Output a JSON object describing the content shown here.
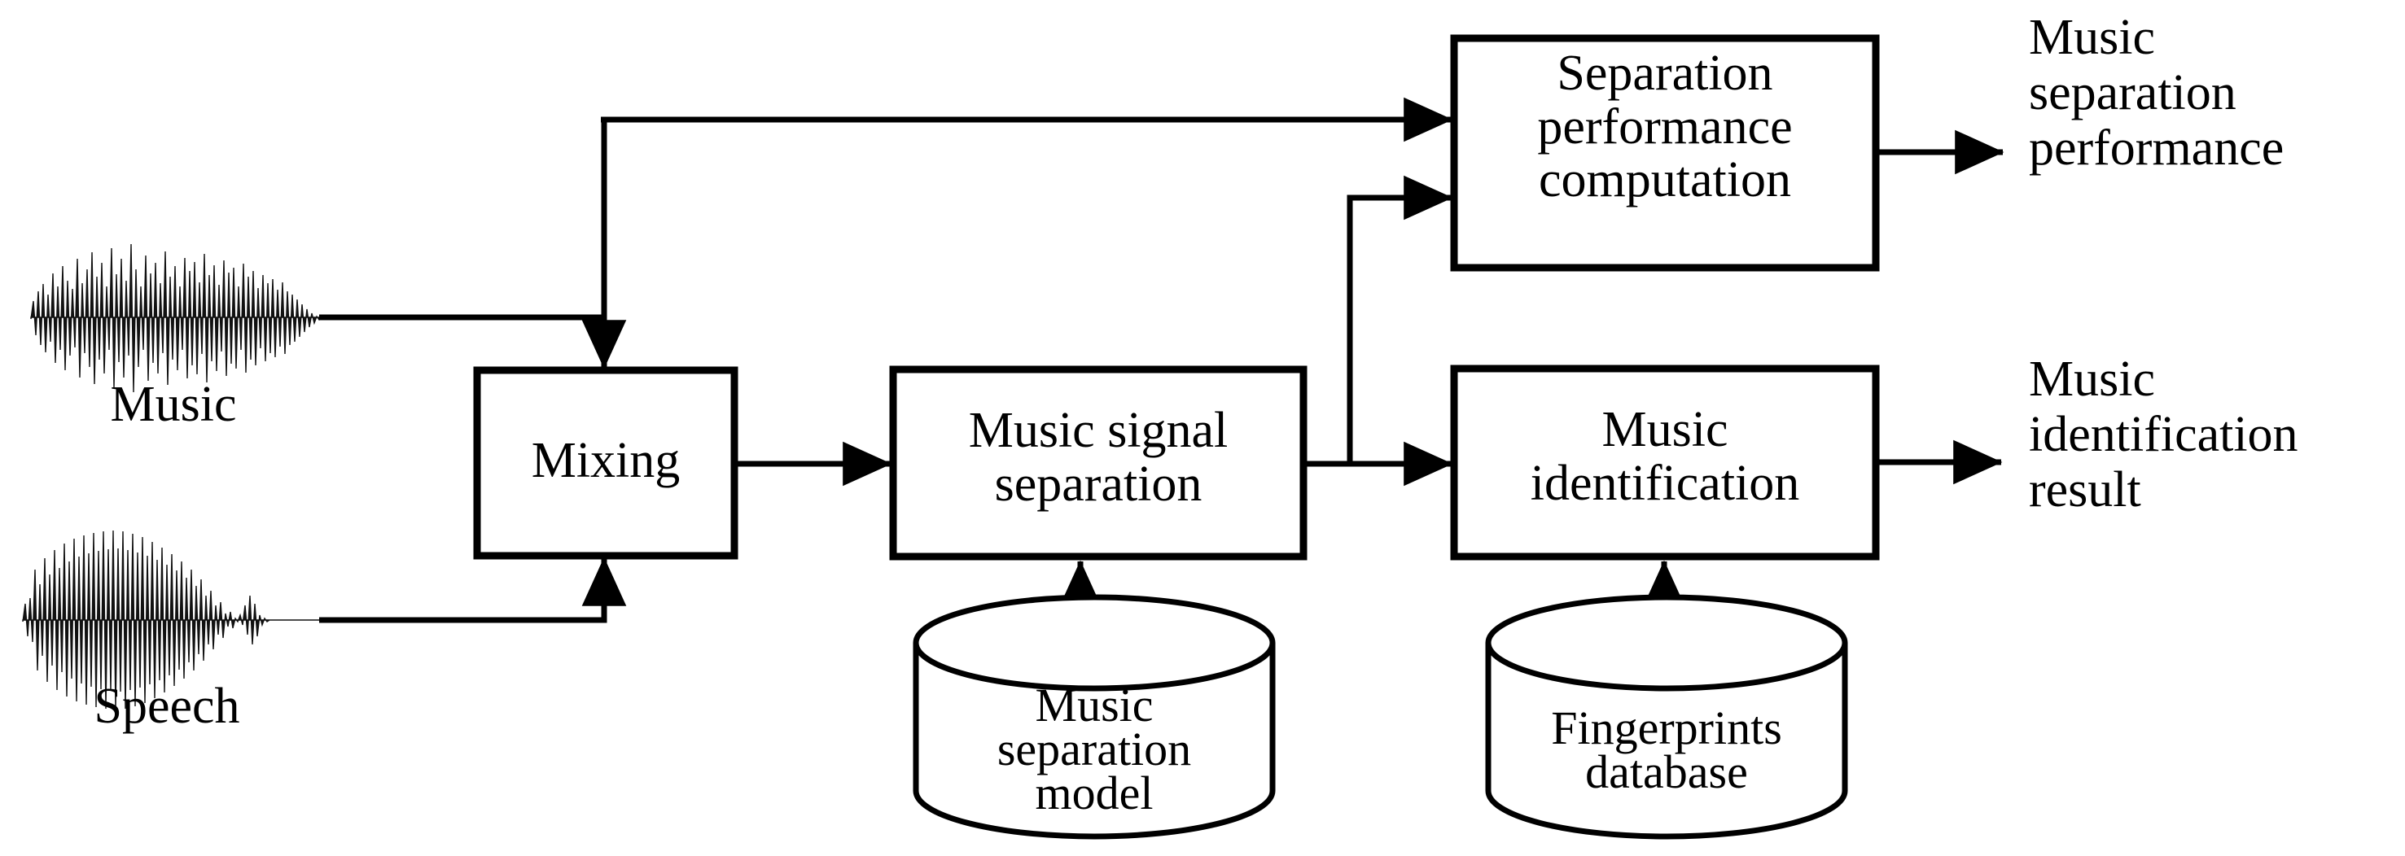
{
  "diagram": {
    "title": "Music separation and identification system block diagram",
    "colors": {
      "stroke": "#000000",
      "fill": "#ffffff",
      "text": "#000000"
    },
    "inputs": [
      {
        "id": "music-input",
        "label": "Music",
        "icon": "waveform-icon"
      },
      {
        "id": "speech-input",
        "label": "Speech",
        "icon": "waveform-icon"
      }
    ],
    "process_boxes": [
      {
        "id": "mixing",
        "label": "Mixing"
      },
      {
        "id": "music-signal-separation",
        "label": "Music signal\nseparation"
      },
      {
        "id": "separation-performance-computation",
        "label": "Separation\nperformance\ncomputation"
      },
      {
        "id": "music-identification",
        "label": "Music\nidentification"
      }
    ],
    "datastores": [
      {
        "id": "music-separation-model",
        "label": "Music\nseparation\nmodel",
        "icon": "cylinder-database-icon"
      },
      {
        "id": "fingerprints-database",
        "label": "Fingerprints\ndatabase",
        "icon": "cylinder-database-icon"
      }
    ],
    "outputs": [
      {
        "id": "music-separation-performance",
        "label": "Music\nseparation\nperformance"
      },
      {
        "id": "music-identification-result",
        "label": "Music\nidentification\nresult"
      }
    ],
    "connections": [
      {
        "from": "music-input",
        "to": "mixing"
      },
      {
        "from": "music-input",
        "to": "separation-performance-computation"
      },
      {
        "from": "speech-input",
        "to": "mixing"
      },
      {
        "from": "mixing",
        "to": "music-signal-separation"
      },
      {
        "from": "music-separation-model",
        "to": "music-signal-separation"
      },
      {
        "from": "music-signal-separation",
        "to": "music-identification"
      },
      {
        "from": "music-signal-separation",
        "to": "separation-performance-computation"
      },
      {
        "from": "fingerprints-database",
        "to": "music-identification"
      },
      {
        "from": "separation-performance-computation",
        "to": "music-separation-performance"
      },
      {
        "from": "music-identification",
        "to": "music-identification-result"
      }
    ]
  }
}
